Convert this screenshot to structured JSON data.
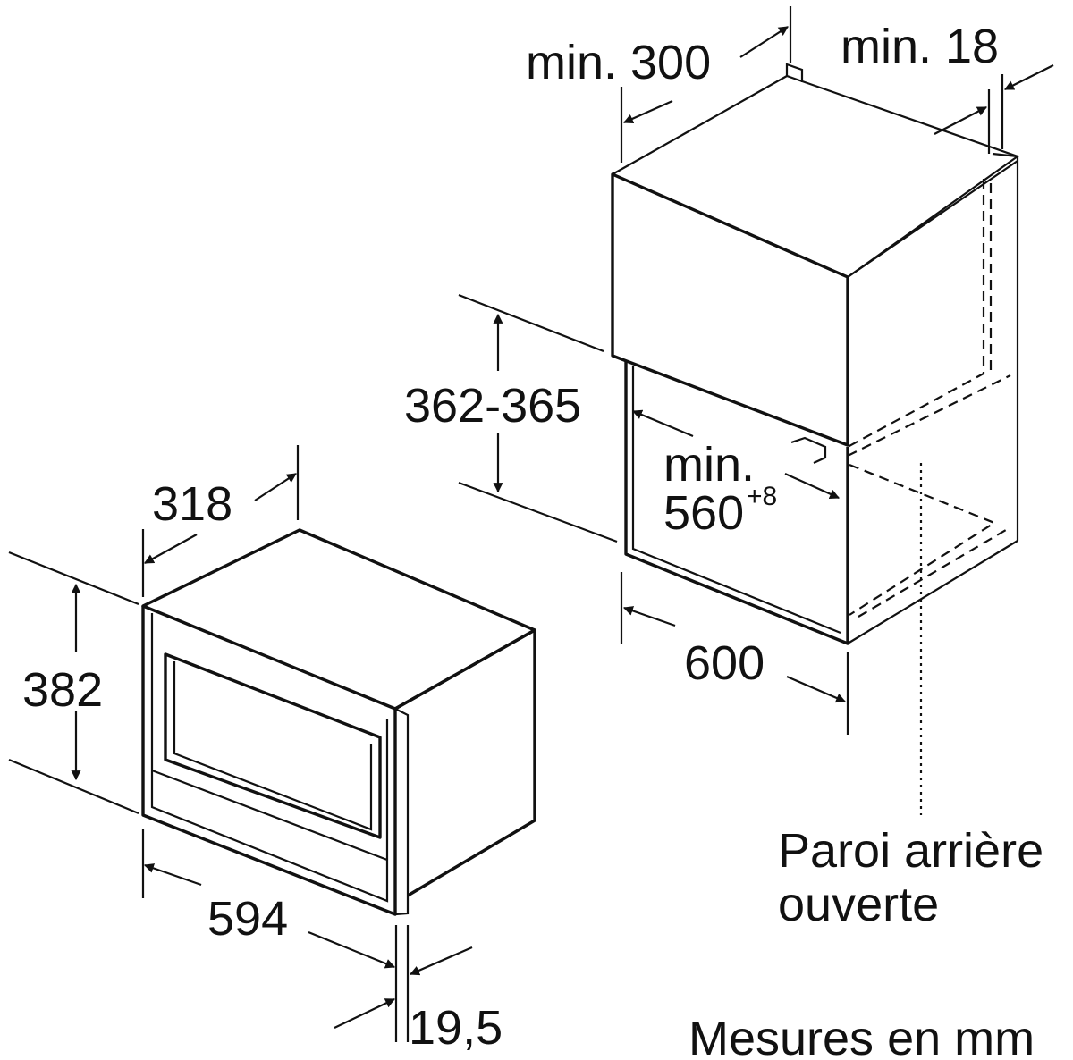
{
  "diagram": {
    "colors": {
      "line": "#111111",
      "background": "#ffffff"
    },
    "appliance": {
      "depth_label": "318",
      "height_label": "382",
      "width_label": "594",
      "front_panel_label": "19,5"
    },
    "niche": {
      "depth_label": "min. 300",
      "gap_label": "min. 18",
      "height_label": "362-365",
      "inner_width_line1": "min.",
      "inner_width_line2": "560",
      "inner_width_tolerance": "+8",
      "width_label": "600",
      "back_wall_line1": "Paroi arrière",
      "back_wall_line2": "ouverte"
    },
    "units_note": "Mesures en mm"
  }
}
